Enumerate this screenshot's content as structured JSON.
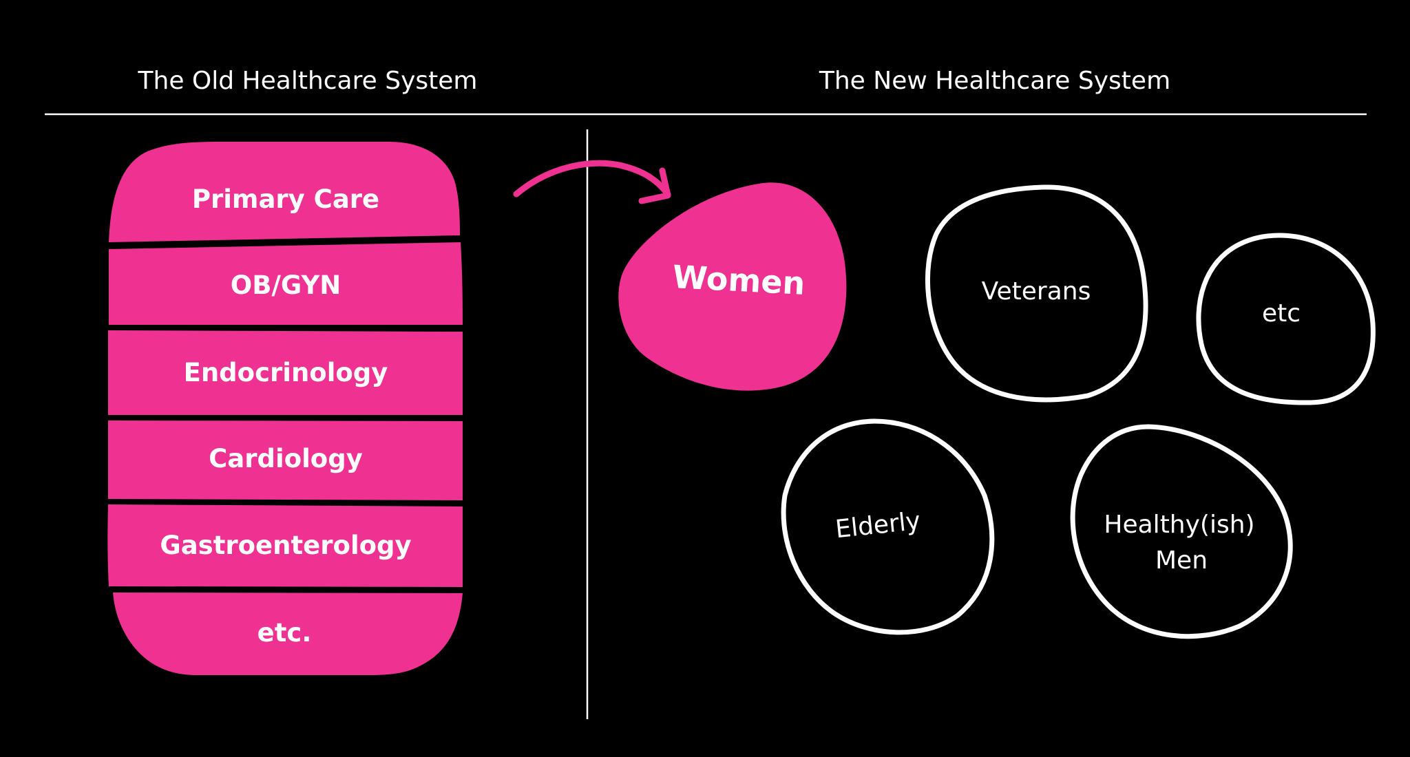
{
  "headings": {
    "old_system": "The Old Healthcare System",
    "new_system": "The New Healthcare System"
  },
  "old_segments": [
    "Primary Care",
    "OB/GYN",
    "Endocrinology",
    "Cardiology",
    "Gastroenterology",
    "etc."
  ],
  "new_groups": {
    "women": "Women",
    "veterans": "Veterans",
    "etc": "etc",
    "elderly": "Elderly",
    "healthy_men_line1": "Healthy(ish)",
    "healthy_men_line2": "Men"
  },
  "colors": {
    "background": "#000000",
    "accent_pink": "#EF3191",
    "line_white": "#FFFFFF"
  },
  "icons": {
    "transition_arrow": "curved-arrow-right-icon"
  }
}
